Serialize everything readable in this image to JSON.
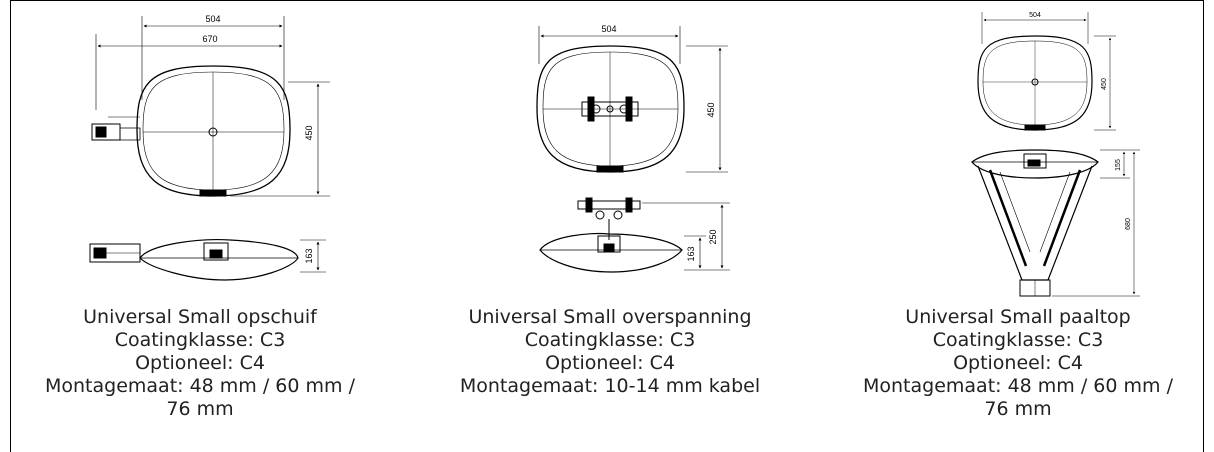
{
  "products": [
    {
      "name": "Universal Small opschuif",
      "coating": "Coatingklasse: C3",
      "optional": "Optioneel: C4",
      "mounting_line1": "Montagemaat: 48 mm / 60 mm /",
      "mounting_line2": "76 mm",
      "dims": {
        "width_top": "504",
        "width_overall": "670",
        "height": "450",
        "side_height": "163"
      }
    },
    {
      "name": "Universal Small overspanning",
      "coating": "Coatingklasse: C3",
      "optional": "Optioneel: C4",
      "mounting_line1": "Montagemaat: 10-14 mm kabel",
      "dims": {
        "width": "504",
        "height": "450",
        "side_height": "163",
        "overall_height": "250"
      }
    },
    {
      "name": "Universal Small paaltop",
      "coating": "Coatingklasse: C3",
      "optional": "Optioneel: C4",
      "mounting_line1": "Montagemaat: 48 mm / 60 mm /",
      "mounting_line2": "76 mm",
      "dims": {
        "width": "504",
        "height": "450",
        "head_height": "155",
        "overall_height": "680"
      }
    }
  ]
}
